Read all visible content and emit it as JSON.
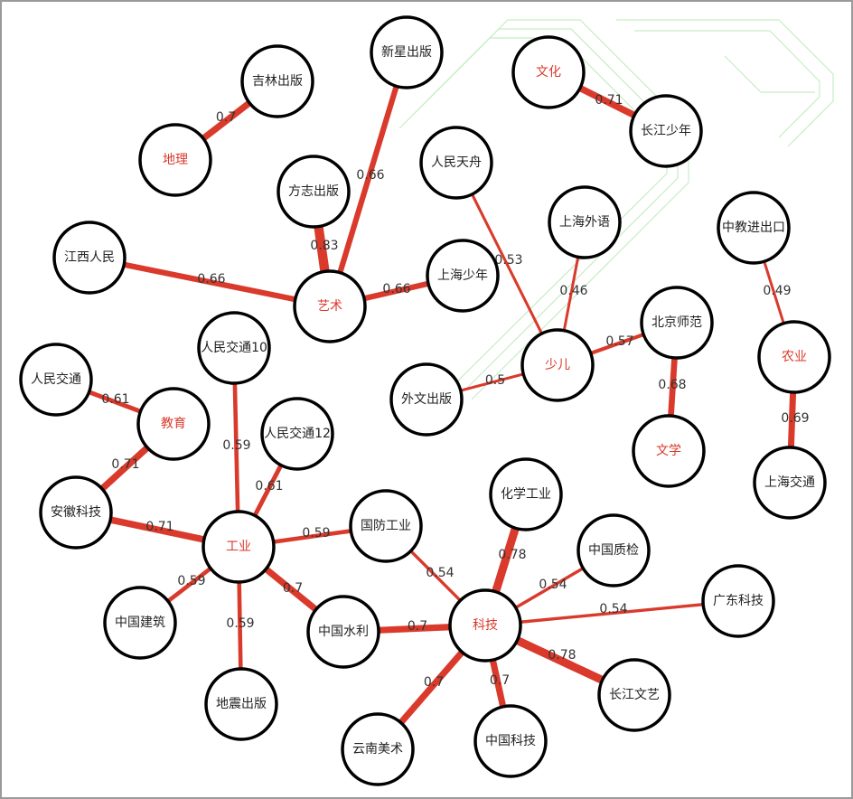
{
  "colors": {
    "edge": "#d93a2b",
    "category_text": "#d93a2b",
    "publisher_text": "#222222",
    "node_stroke": "#000000",
    "node_fill": "#ffffff",
    "watermark": "#c8ecc4"
  },
  "nodes": [
    {
      "id": "dili",
      "label": "地理",
      "category": true
    },
    {
      "id": "jilin",
      "label": "吉林出版",
      "category": false
    },
    {
      "id": "xinxing",
      "label": "新星出版",
      "category": false
    },
    {
      "id": "wenhua",
      "label": "文化",
      "category": true
    },
    {
      "id": "changjiang_sn",
      "label": "长江少年",
      "category": false
    },
    {
      "id": "fangzhi",
      "label": "方志出版",
      "category": false
    },
    {
      "id": "renmin_tz",
      "label": "人民天舟",
      "category": false
    },
    {
      "id": "shanghai_wy",
      "label": "上海外语",
      "category": false
    },
    {
      "id": "zhongjiao",
      "label": "中教进出口",
      "category": false
    },
    {
      "id": "jiangxi",
      "label": "江西人民",
      "category": false
    },
    {
      "id": "yishu",
      "label": "艺术",
      "category": true
    },
    {
      "id": "shanghai_sn",
      "label": "上海少年",
      "category": false
    },
    {
      "id": "beijing_sf",
      "label": "北京师范",
      "category": false
    },
    {
      "id": "nongye",
      "label": "农业",
      "category": true
    },
    {
      "id": "renmin_jt10",
      "label": "人民交通10",
      "category": false
    },
    {
      "id": "renmin_jt",
      "label": "人民交通",
      "category": false
    },
    {
      "id": "shaoer",
      "label": "少儿",
      "category": true
    },
    {
      "id": "waiwen",
      "label": "外文出版",
      "category": false
    },
    {
      "id": "jiaoyu",
      "label": "教育",
      "category": true
    },
    {
      "id": "renmin_jt12",
      "label": "人民交通12",
      "category": false
    },
    {
      "id": "wenxue",
      "label": "文学",
      "category": true
    },
    {
      "id": "shanghai_jt",
      "label": "上海交通",
      "category": false
    },
    {
      "id": "huaxue",
      "label": "化学工业",
      "category": false
    },
    {
      "id": "anhui",
      "label": "安徽科技",
      "category": false
    },
    {
      "id": "gongye",
      "label": "工业",
      "category": true
    },
    {
      "id": "guofang",
      "label": "国防工业",
      "category": false
    },
    {
      "id": "zhongguo_zj",
      "label": "中国质检",
      "category": false
    },
    {
      "id": "guangdong",
      "label": "广东科技",
      "category": false
    },
    {
      "id": "zhongguo_jz",
      "label": "中国建筑",
      "category": false
    },
    {
      "id": "zhongguo_sl",
      "label": "中国水利",
      "category": false
    },
    {
      "id": "keji",
      "label": "科技",
      "category": true
    },
    {
      "id": "dizhen",
      "label": "地震出版",
      "category": false
    },
    {
      "id": "changjiang_wy",
      "label": "长江文艺",
      "category": false
    },
    {
      "id": "yunnan",
      "label": "云南美术",
      "category": false
    },
    {
      "id": "zhongguo_kj",
      "label": "中国科技",
      "category": false
    }
  ],
  "edges": [
    {
      "source": "dili",
      "target": "jilin",
      "label": "0.7"
    },
    {
      "source": "wenhua",
      "target": "changjiang_sn",
      "label": "0.71"
    },
    {
      "source": "yishu",
      "target": "xinxing",
      "label": "0.66"
    },
    {
      "source": "yishu",
      "target": "fangzhi",
      "label": "0.83"
    },
    {
      "source": "yishu",
      "target": "jiangxi",
      "label": "0.66"
    },
    {
      "source": "yishu",
      "target": "shanghai_sn",
      "label": "0.66"
    },
    {
      "source": "shaoer",
      "target": "renmin_tz",
      "label": "0.53"
    },
    {
      "source": "shaoer",
      "target": "shanghai_wy",
      "label": "0.46"
    },
    {
      "source": "shaoer",
      "target": "beijing_sf",
      "label": "0.57"
    },
    {
      "source": "shaoer",
      "target": "waiwen",
      "label": "0.5"
    },
    {
      "source": "wenxue",
      "target": "beijing_sf",
      "label": "0.68"
    },
    {
      "source": "nongye",
      "target": "zhongjiao",
      "label": "0.49"
    },
    {
      "source": "nongye",
      "target": "shanghai_jt",
      "label": "0.69"
    },
    {
      "source": "jiaoyu",
      "target": "renmin_jt",
      "label": "0.61"
    },
    {
      "source": "jiaoyu",
      "target": "anhui",
      "label": "0.71"
    },
    {
      "source": "gongye",
      "target": "anhui",
      "label": "0.71"
    },
    {
      "source": "gongye",
      "target": "renmin_jt10",
      "label": "0.59"
    },
    {
      "source": "gongye",
      "target": "renmin_jt12",
      "label": "0.61"
    },
    {
      "source": "gongye",
      "target": "guofang",
      "label": "0.59"
    },
    {
      "source": "gongye",
      "target": "zhongguo_jz",
      "label": "0.59"
    },
    {
      "source": "gongye",
      "target": "dizhen",
      "label": "0.59"
    },
    {
      "source": "gongye",
      "target": "zhongguo_sl",
      "label": "0.7"
    },
    {
      "source": "keji",
      "target": "guofang",
      "label": "0.54"
    },
    {
      "source": "keji",
      "target": "huaxue",
      "label": "0.78"
    },
    {
      "source": "keji",
      "target": "zhongguo_zj",
      "label": "0.54"
    },
    {
      "source": "keji",
      "target": "guangdong",
      "label": "0.54"
    },
    {
      "source": "keji",
      "target": "changjiang_wy",
      "label": "0.78"
    },
    {
      "source": "keji",
      "target": "zhongguo_kj",
      "label": "0.7"
    },
    {
      "source": "keji",
      "target": "yunnan",
      "label": "0.7"
    },
    {
      "source": "keji",
      "target": "zhongguo_sl",
      "label": "0.7"
    }
  ]
}
